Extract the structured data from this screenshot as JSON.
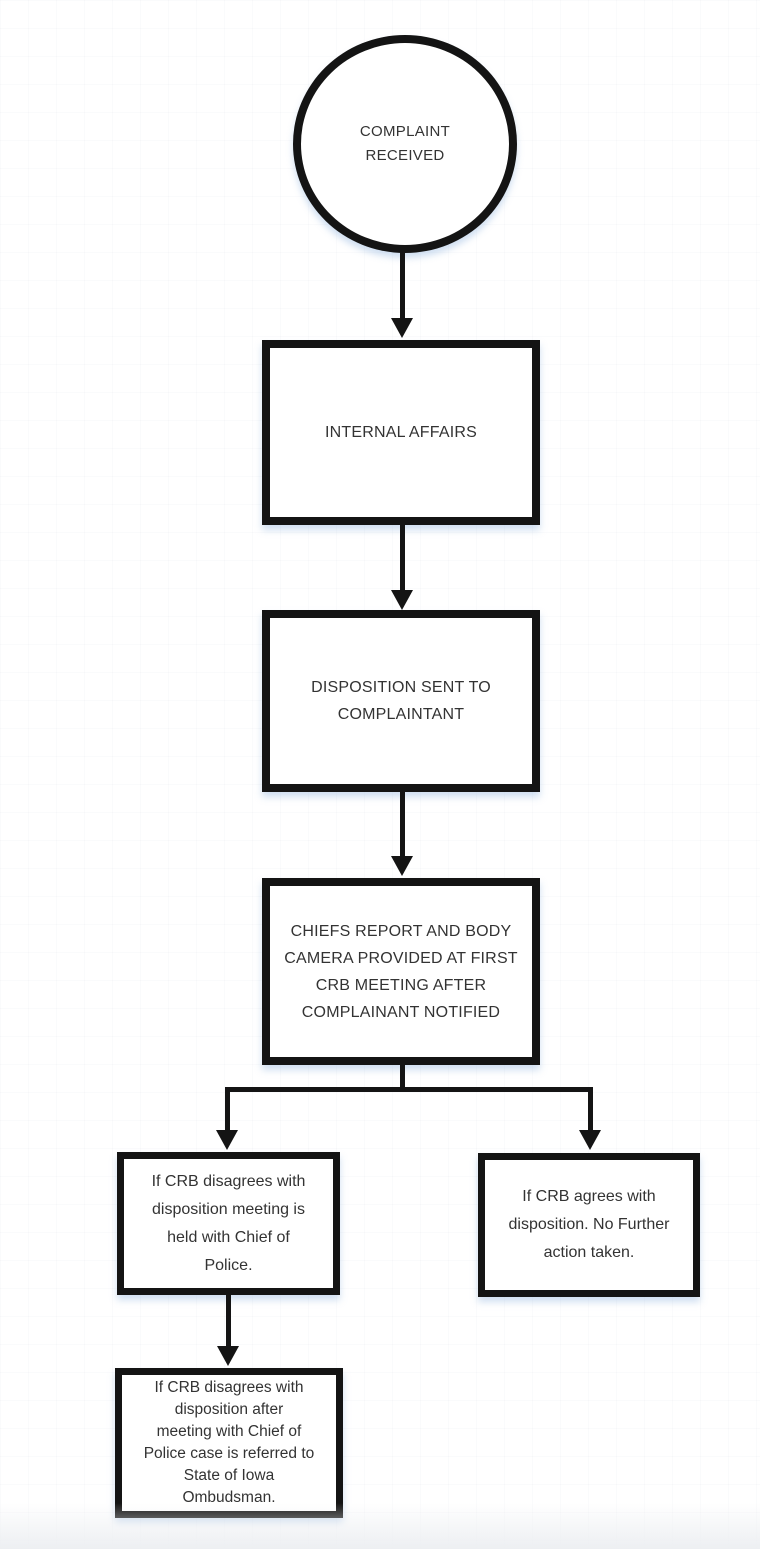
{
  "diagram": {
    "type": "flowchart",
    "colors": {
      "stroke": "#141414",
      "fill": "#ffffff",
      "text": "#333333"
    },
    "nodes": {
      "start": {
        "shape": "circle",
        "label": "COMPLAINT RECEIVED",
        "lines": [
          "COMPLAINT",
          "RECEIVED"
        ]
      },
      "internal_affairs": {
        "shape": "rect",
        "label": "INTERNAL AFFAIRS",
        "lines": [
          "INTERNAL AFFAIRS"
        ]
      },
      "disposition_sent": {
        "shape": "rect",
        "label": "DISPOSITION SENT TO COMPLAINTANT",
        "lines": [
          "DISPOSITION SENT TO",
          "COMPLAINTANT"
        ]
      },
      "chiefs_report": {
        "shape": "rect",
        "label": "CHIEFS REPORT AND BODY CAMERA PROVIDED AT FIRST CRB MEETING AFTER COMPLAINANT NOTIFIED",
        "lines": [
          "CHIEFS REPORT AND BODY",
          "CAMERA PROVIDED AT FIRST",
          "CRB MEETING AFTER",
          "COMPLAINANT NOTIFIED"
        ]
      },
      "crb_disagrees": {
        "shape": "rect",
        "label": "If CRB disagrees with disposition meeting is held with Chief of Police.",
        "lines": [
          "If CRB disagrees with",
          "disposition meeting is",
          "held with Chief of",
          "Police."
        ]
      },
      "crb_agrees": {
        "shape": "rect",
        "label": "If CRB agrees with disposition. No Further action taken.",
        "lines": [
          "If CRB agrees with",
          "disposition. No Further",
          "action taken."
        ]
      },
      "ombudsman": {
        "shape": "rect",
        "label": "If CRB disagrees with disposition after meeting with Chief of Police case is referred to State of Iowa Ombudsman.",
        "lines": [
          "If CRB disagrees with",
          "disposition after",
          "meeting with Chief of",
          "Police case is referred to",
          "State of Iowa",
          "Ombudsman."
        ]
      }
    },
    "edges": [
      {
        "from": "start",
        "to": "internal_affairs"
      },
      {
        "from": "internal_affairs",
        "to": "disposition_sent"
      },
      {
        "from": "disposition_sent",
        "to": "chiefs_report"
      },
      {
        "from": "chiefs_report",
        "to": "crb_disagrees"
      },
      {
        "from": "chiefs_report",
        "to": "crb_agrees"
      },
      {
        "from": "crb_disagrees",
        "to": "ombudsman"
      }
    ]
  }
}
